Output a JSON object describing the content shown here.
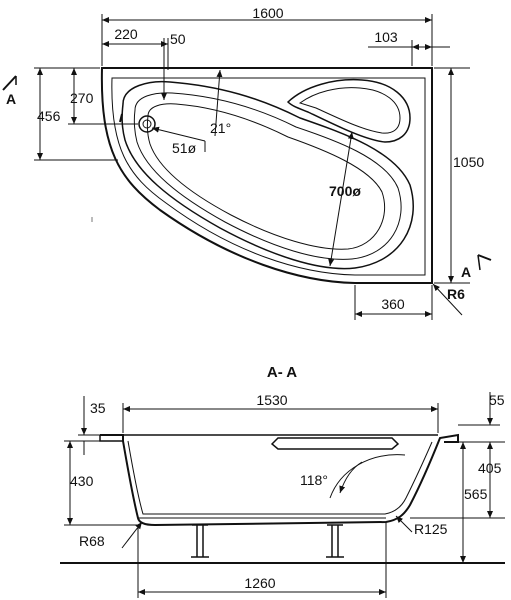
{
  "top_view": {
    "dims": {
      "width_total": "1600",
      "left_offset": "220",
      "rim_depth": "50",
      "right_offset": "103",
      "depth_270": "270",
      "depth_456": "456",
      "angle": "21°",
      "drain": "51ø",
      "radius_700": "700ø",
      "height_total": "1050",
      "bottom_right": "360",
      "corner_radius": "R6"
    },
    "section_marker_top": "A",
    "section_marker_bottom": "A"
  },
  "section_view": {
    "title": "A- A",
    "dims": {
      "rim": "35",
      "inner_length": "1530",
      "edge": "55",
      "height_405": "405",
      "height_430": "430",
      "angle": "118°",
      "height_565": "565",
      "radius_left": "R68",
      "radius_right": "R125",
      "leg_span": "1260"
    }
  }
}
